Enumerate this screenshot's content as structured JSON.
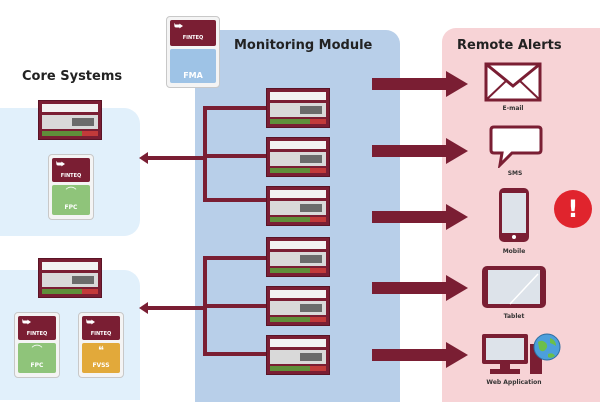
{
  "headings": {
    "core_systems": "Core Systems",
    "monitoring_module": "Monitoring Module",
    "remote_alerts": "Remote Alerts"
  },
  "badges": {
    "brand": "FINTEQ",
    "fma": "FMA",
    "fpc": "FPC",
    "fvss": "FVSS"
  },
  "channels": [
    {
      "id": "email",
      "label": "E-mail",
      "icon": "envelope-icon"
    },
    {
      "id": "sms",
      "label": "SMS",
      "icon": "speech-bubble-icon"
    },
    {
      "id": "mobile",
      "label": "Mobile",
      "icon": "smartphone-icon"
    },
    {
      "id": "tablet",
      "label": "Tablet",
      "icon": "tablet-icon"
    },
    {
      "id": "web",
      "label": "Web Application",
      "icon": "computer-globe-icon"
    }
  ],
  "alert_symbol": "!",
  "colors": {
    "brand": "#7a1e33",
    "core_panel": "#e1f0fb",
    "monitor_panel": "#b8cfe9",
    "alerts_panel": "#f7d3d6",
    "alert_red": "#e0242d",
    "fpc_green": "#8fc47a",
    "fvss_gold": "#e2a93a",
    "fma_blue": "#9ec3e6"
  }
}
